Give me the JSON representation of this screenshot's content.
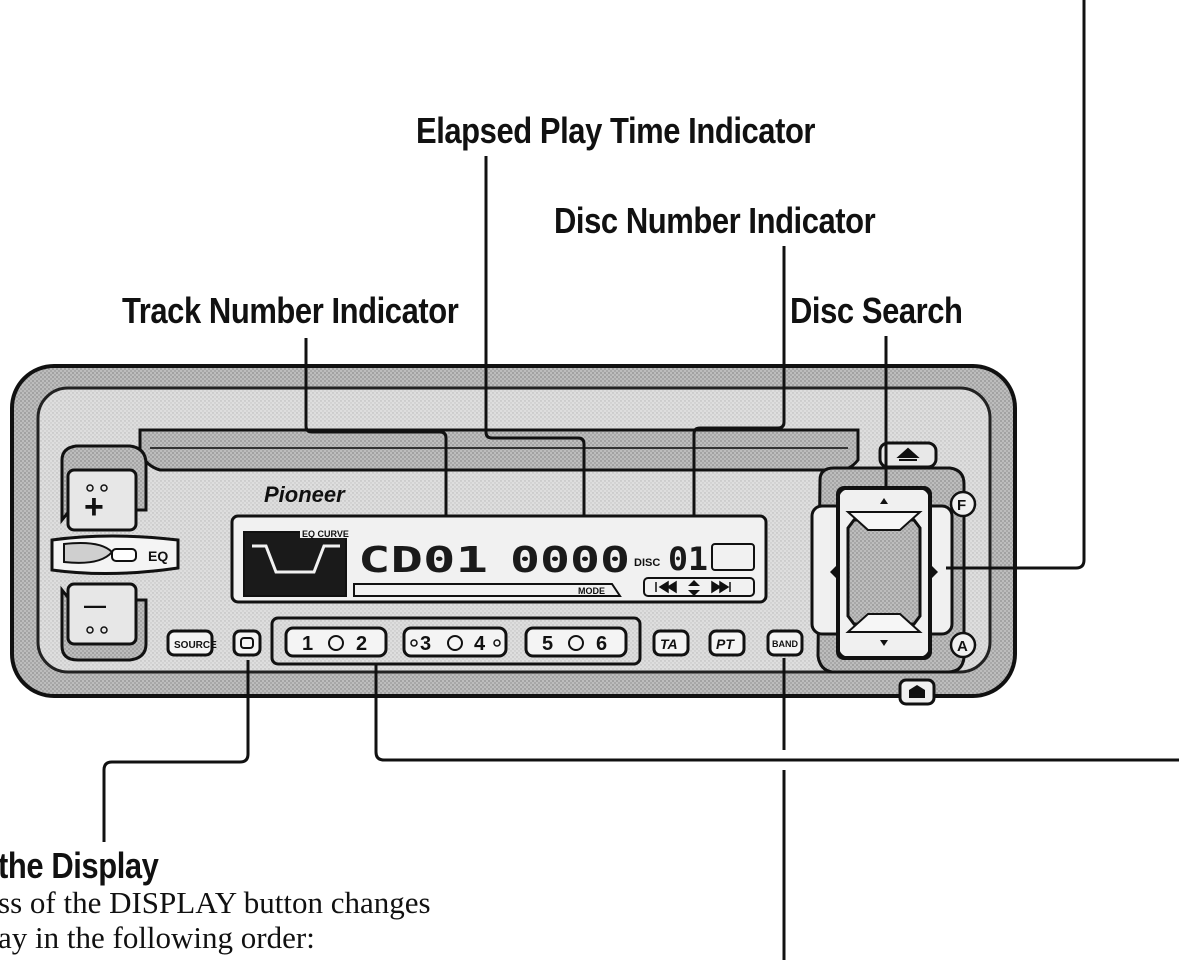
{
  "callouts": {
    "elapsed": "Elapsed Play Time Indicator",
    "disc_number": "Disc Number Indicator",
    "track_number": "Track Number Indicator",
    "disc_search": "Disc Search",
    "display_heading": "the Display"
  },
  "body_text": {
    "line1": "ss of the DISPLAY button changes",
    "line2": "ay in the following order:"
  },
  "unit": {
    "brand": "Pioneer",
    "eq_curve_label": "EQ CURVE",
    "eq_label": "EQ",
    "mode_label": "MODE",
    "lcd_track": "CD01",
    "lcd_time": "0000",
    "disc_label": "DISC",
    "lcd_disc": "01",
    "plus_label": "+",
    "minus_label": "—",
    "f_label": "F",
    "a_label": "A",
    "buttons": {
      "source": "SOURCE",
      "preset_1": "1",
      "preset_2": "2",
      "preset_3": "3",
      "preset_4": "4",
      "preset_5": "5",
      "preset_6": "6",
      "ta": "TA",
      "pt": "PT",
      "band": "BAND"
    }
  }
}
